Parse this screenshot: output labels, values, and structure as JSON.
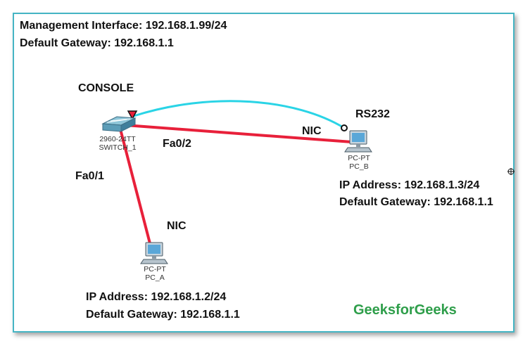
{
  "management": {
    "interface_text": "Management Interface: 192.168.1.99/24",
    "gateway_text": "Default Gateway: 192.168.1.1"
  },
  "switch": {
    "model": "2960-24TT",
    "name": "SWITCH_1"
  },
  "pc_a": {
    "type": "PC-PT",
    "name": "PC_A",
    "ip_text": "IP Address: 192.168.1.2/24",
    "gateway_text": "Default Gateway: 192.168.1.1"
  },
  "pc_b": {
    "type": "PC-PT",
    "name": "PC_B",
    "ip_text": "IP Address: 192.168.1.3/24",
    "gateway_text": "Default Gateway: 192.168.1.1"
  },
  "links": {
    "console_label": "CONSOLE",
    "rs232_label": "RS232",
    "fa01_label": "Fa0/1",
    "fa02_label": "Fa0/2",
    "nic_a_label": "NIC",
    "nic_b_label": "NIC"
  },
  "brand": "GeeksforGeeks",
  "colors": {
    "ethernet_link": "#e8203a",
    "console_link": "#2ad4e6",
    "frame_border": "#45b5c4",
    "brand_text": "#2e9e4a"
  }
}
